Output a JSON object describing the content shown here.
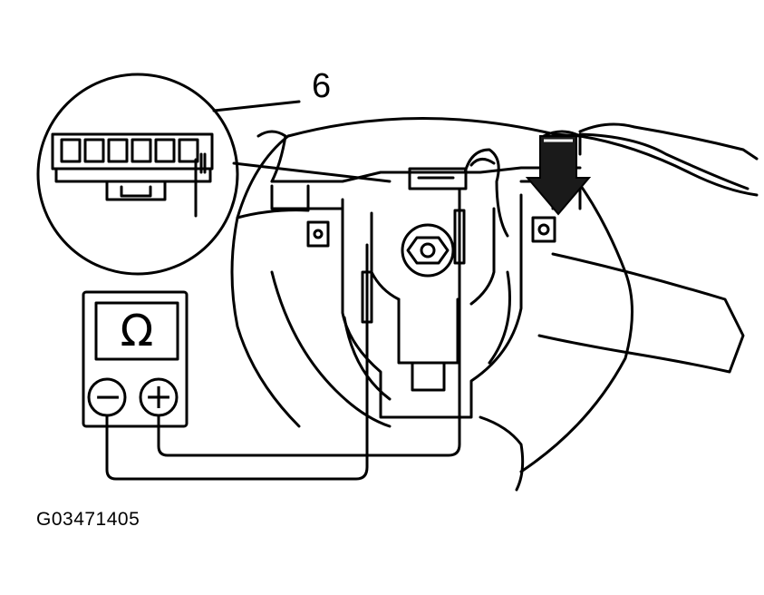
{
  "callout": {
    "number": "6"
  },
  "figure": {
    "id": "G03471405"
  },
  "ohmmeter": {
    "unit_symbol": "Ω",
    "negative_terminal": "−",
    "positive_terminal": "+"
  },
  "icons": [
    "ohmmeter-icon",
    "down-arrow-icon",
    "magnifier-circle-icon"
  ],
  "colors": {
    "line": "#000000",
    "background": "#ffffff",
    "arrow_fill": "#1a1a1a"
  }
}
